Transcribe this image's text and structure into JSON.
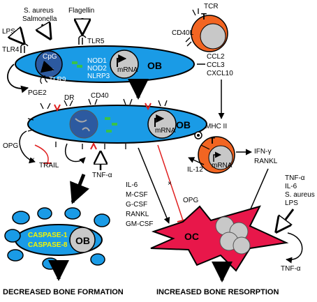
{
  "stimuli": {
    "saureus": "S. aureus",
    "salmonella": "Salmonella",
    "flagellin": "Flagellin",
    "lps": "LPS"
  },
  "receptors": {
    "tlr5": "TLR5",
    "tlr4": "TLR4",
    "tlr9": "TLR9",
    "cpg": "CpG",
    "nod1": "NOD1",
    "nod2": "NOD2",
    "nlrp3": "NLRP3",
    "dr": "DR",
    "cd40": "CD40",
    "mhcii": "MHC II",
    "tcr": "TCR",
    "cd40l": "CD40L"
  },
  "cells": {
    "ob": "OB",
    "t": "T",
    "oc": "OC",
    "mrna": "mRNA"
  },
  "mediators": {
    "pge2": "PGE2",
    "ccl2": "CCL2",
    "ccl3": "CCL3",
    "cxcl10": "CXCL10",
    "opg_left": "OPG",
    "trail": "TRAIL",
    "tnfa_center": "TNF-α",
    "il12": "IL-12",
    "ifng": "IFN-γ",
    "rankl_t": "RANKL",
    "cytokines": [
      "IL-6",
      "M-CSF",
      "G-CSF",
      "RANKL",
      "GM-CSF"
    ],
    "opg_center": "OPG",
    "right_list": [
      "TNF-α",
      "IL-6",
      "S. aureus",
      "LPS"
    ],
    "tnfa_oc": "TNF-α"
  },
  "apoptotic": {
    "casp1": "CASPASE-1",
    "casp8": "CASPASE-8"
  },
  "outcomes": {
    "left": "DECREASED BONE FORMATION",
    "right": "INCREASED BONE RESORPTION"
  },
  "colors": {
    "cell_blue": "#1a9be6",
    "t_orange": "#f26522",
    "oc_red": "#e8174a",
    "nucleus_gray": "#c8c8c8",
    "cpg_blue": "#2c5aa0",
    "caspase_yellow": "#f5f500",
    "inhibit_red": "#e02020",
    "green_dna": "#39c24a"
  }
}
